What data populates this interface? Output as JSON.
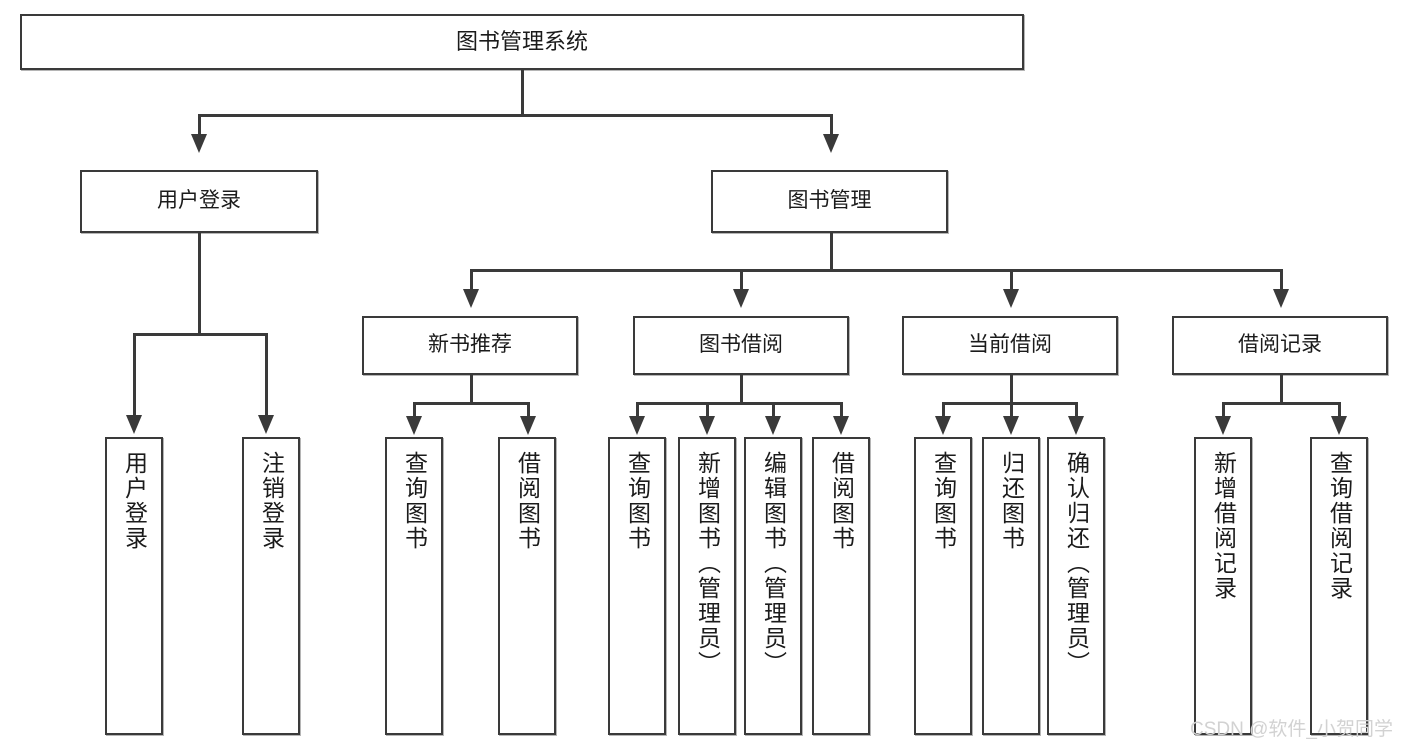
{
  "diagram": {
    "type": "tree",
    "title": "图书管理系统",
    "watermark": "CSDN @软件_小贺同学",
    "colors": {
      "stroke": "#3a3a3a",
      "fill": "#ffffff",
      "text": "#1b1b1b",
      "watermark": "#d2d2d2"
    },
    "nodes": {
      "root": {
        "label": "图书管理系统"
      },
      "level2": [
        {
          "label": "用户登录"
        },
        {
          "label": "图书管理"
        }
      ],
      "level3": [
        {
          "label": "新书推荐"
        },
        {
          "label": "图书借阅"
        },
        {
          "label": "当前借阅"
        },
        {
          "label": "借阅记录"
        }
      ],
      "leaves_user_login": [
        {
          "label": "用户登录"
        },
        {
          "label": "注销登录"
        }
      ],
      "leaves_new_book": [
        {
          "label": "查询图书"
        },
        {
          "label": "借阅图书"
        }
      ],
      "leaves_borrow": [
        {
          "label": "查询图书"
        },
        {
          "label": "新增图书（管理员）"
        },
        {
          "label": "编辑图书（管理员）"
        },
        {
          "label": "借阅图书"
        }
      ],
      "leaves_current": [
        {
          "label": "查询图书"
        },
        {
          "label": "归还图书"
        },
        {
          "label": "确认归还（管理员）"
        }
      ],
      "leaves_record": [
        {
          "label": "新增借阅记录"
        },
        {
          "label": "查询借阅记录"
        }
      ]
    }
  }
}
